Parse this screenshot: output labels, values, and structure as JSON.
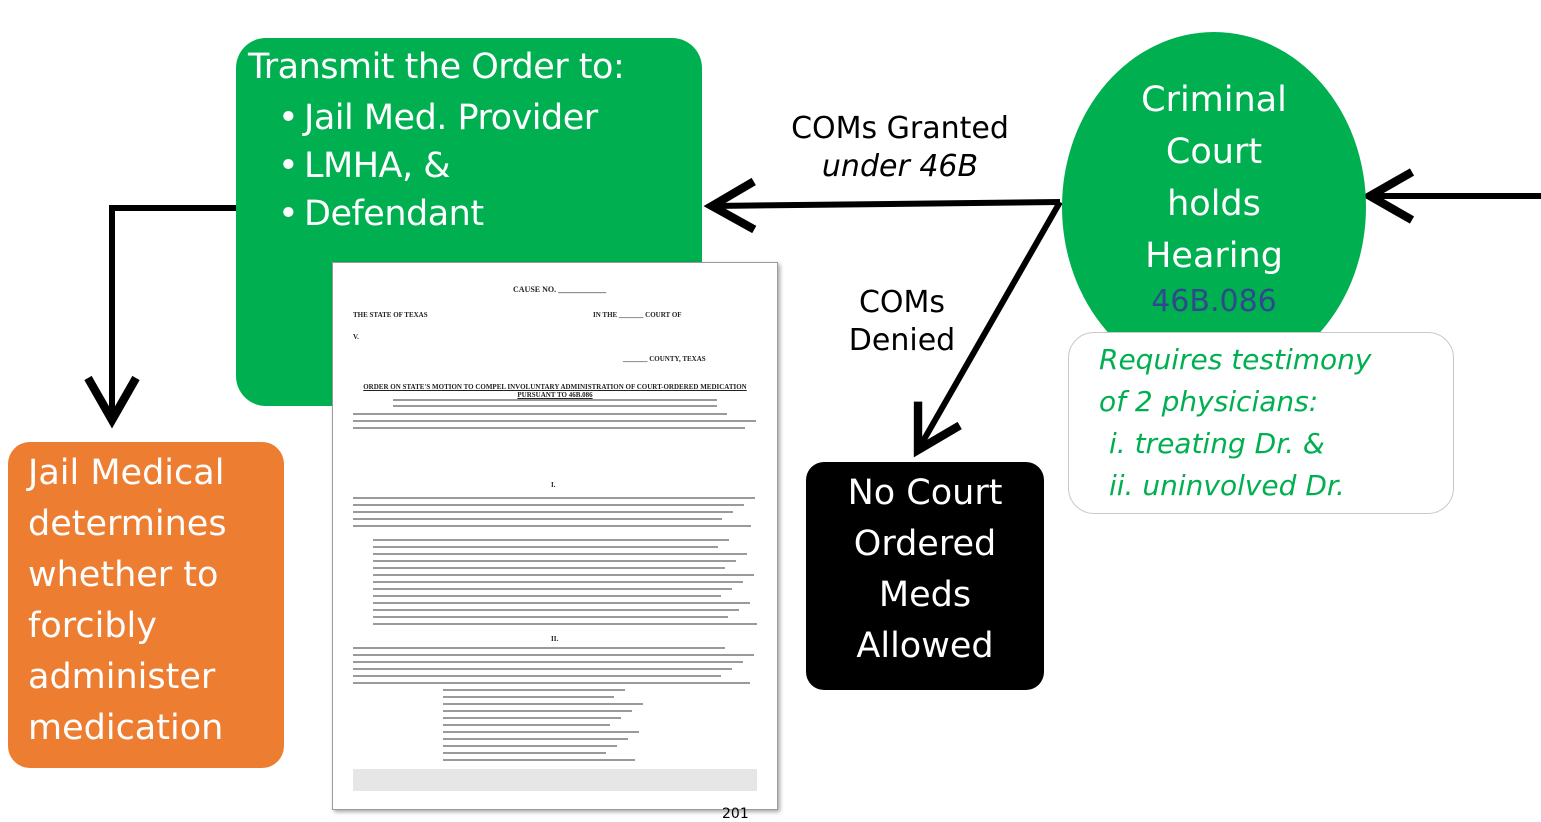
{
  "transmit_box": {
    "title": "Transmit the Order to:",
    "items": [
      "Jail Med. Provider",
      "LMHA, &",
      "Defendant"
    ],
    "color": "#00b050"
  },
  "court_box": {
    "lines": [
      "Criminal",
      "Court",
      "holds",
      "Hearing"
    ],
    "statute": "46B.086",
    "color": "#00b050"
  },
  "testimony_box": {
    "lines": [
      "Requires testimony",
      "of 2 physicians:"
    ],
    "items": [
      "i.   treating Dr. &",
      "ii.  uninvolved Dr."
    ],
    "text_color": "#00b050"
  },
  "edges": {
    "granted_line1": "COMs Granted",
    "granted_line2": "under 46B",
    "denied_line1": "COMs",
    "denied_line2": "Denied"
  },
  "no_court_box": {
    "lines": [
      "No Court",
      "Ordered",
      "Meds",
      "Allowed"
    ],
    "color": "#000000"
  },
  "jail_box": {
    "lines": [
      "Jail Medical",
      "determines",
      "whether to",
      "forcibly",
      "administer",
      "medication"
    ],
    "color": "#ed7d31"
  },
  "document": {
    "cause_no": "CAUSE NO. ____________",
    "state": "THE STATE OF TEXAS",
    "court": "IN THE _______ COURT OF",
    "v": "V.",
    "county": "_______ COUNTY, TEXAS",
    "heading": "ORDER ON STATE'S MOTION TO COMPEL INVOLUNTARY ADMINISTRATION OF COURT-ORDERED MEDICATION PURSUANT TO 46B.086",
    "section1": "I.",
    "section2": "II."
  },
  "page_number": "201"
}
